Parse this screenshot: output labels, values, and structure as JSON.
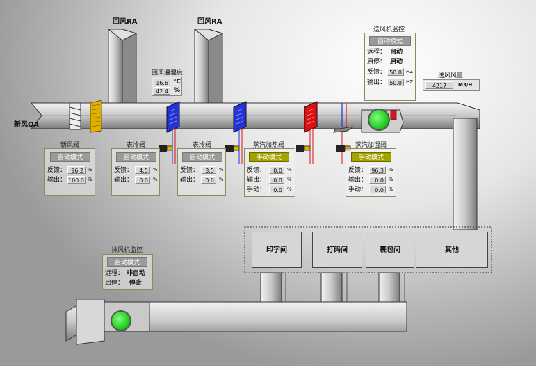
{
  "labels": {
    "return_air_1": "回风RA",
    "return_air_2": "回风RA",
    "fresh_air": "新风OA",
    "return_temp_hum": "回风温湿度",
    "supply_air_volume": "送风风量"
  },
  "return_sensor": {
    "temp": "16.6",
    "temp_unit": "℃",
    "hum": "42.4",
    "hum_unit": "%"
  },
  "supply_volume": {
    "value": "4217",
    "unit": "M3/H"
  },
  "supply_fan": {
    "title": "送风机监控",
    "mode": "自动模式",
    "remote_label": "远程：",
    "remote_value": "自动",
    "start_label": "启停：",
    "start_value": "启动",
    "feedback_label": "反馈：",
    "feedback_value": "50.0",
    "feedback_unit": "HZ",
    "output_label": "输出：",
    "output_value": "50.0",
    "output_unit": "HZ"
  },
  "exhaust_fan": {
    "title": "排风机监控",
    "mode": "自动模式",
    "remote_label": "远程：",
    "remote_value": "非自动",
    "start_label": "启停：",
    "start_value": "停止"
  },
  "fresh_valve": {
    "title": "新风阀",
    "mode": "自动模式",
    "feedback_label": "反馈：",
    "feedback": "96.2",
    "output_label": "输出：",
    "output": "100.0",
    "unit": "%"
  },
  "cool_valve_1": {
    "title": "表冷阀",
    "mode": "自动模式",
    "feedback_label": "反馈：",
    "feedback": "4.5",
    "output_label": "输出：",
    "output": "0.0",
    "unit": "%"
  },
  "cool_valve_2": {
    "title": "表冷阀",
    "mode": "自动模式",
    "feedback_label": "反馈：",
    "feedback": "3.5",
    "output_label": "输出：",
    "output": "0.0",
    "unit": "%"
  },
  "steam_heat_valve": {
    "title": "蒸汽加热阀",
    "mode": "手动模式",
    "feedback_label": "反馈：",
    "feedback": "0.0",
    "output_label": "输出：",
    "output": "0.0",
    "manual_label": "手动：",
    "manual": "0.0",
    "unit": "%"
  },
  "steam_hum_valve": {
    "title": "蒸汽加湿阀",
    "mode": "手动模式",
    "feedback_label": "反馈：",
    "feedback": "96.3",
    "output_label": "输出：",
    "output": "0.0",
    "manual_label": "手动：",
    "manual": "0.0",
    "unit": "%"
  },
  "rooms": {
    "room1": "印字间",
    "room2": "打码间",
    "room3": "裹包间",
    "room4": "其他"
  },
  "colors": {
    "fan_on": "#22dd22",
    "heating_coil": "#dd1111",
    "cooling_coil": "#2233dd",
    "filter": "#e0b000",
    "manual_mode": "#a3a300",
    "auto_mode": "#9a9a9a"
  }
}
